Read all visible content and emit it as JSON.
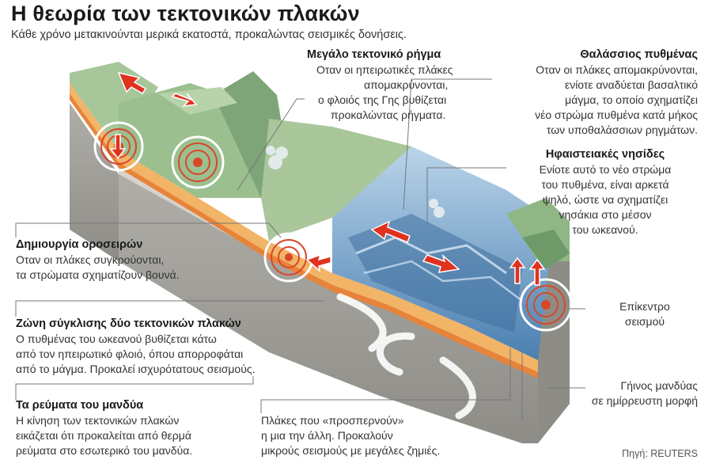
{
  "title": "Η θεωρία των τεκτονικών πλακών",
  "subtitle": "Κάθε χρόνο μετακινούνται μερικά εκατοστά, προκαλώντας σεισμικές δονήσεις.",
  "labels": {
    "rift": {
      "heading": "Μεγάλο τεκτονικό ρήγμα",
      "lines": [
        "Οταν οι ηπειρωτικές πλάκες",
        "απομακρύνονται,",
        "ο φλοιός της Γης βυθίζεται",
        "προκαλώντας ρήγματα."
      ]
    },
    "seafloor": {
      "heading": "Θαλάσσιος πυθμένας",
      "lines": [
        "Οταν οι πλάκες απομακρύνονται,",
        "ενίοτε αναδύεται βασαλτικό",
        "μάγμα, το οποίο σχηματίζει",
        "νέο στρώμα πυθμένα κατά μήκος",
        "των υποθαλάσσιων ρηγμάτων."
      ]
    },
    "islands": {
      "heading": "Ηφαιστειακές νησίδες",
      "lines": [
        "Ενίοτε αυτό το νέο στρώμα",
        "του πυθμένα, είναι αρκετά",
        "ψηλό, ώστε να σχηματίζει",
        "νησάκια στο μέσον",
        "του ωκεανού."
      ]
    },
    "mountains": {
      "heading": "Δημιουργία οροσειρών",
      "lines": [
        "Οταν οι πλάκες συγκρούονται,",
        "τα στρώματα σχηματίζουν βουνά."
      ]
    },
    "subduction": {
      "heading": "Ζώνη σύγκλισης δύο τεκτονικών πλακών",
      "lines": [
        "Ο πυθμένας του ωκεανού βυθίζεται κάτω",
        "από τον ηπειρωτικό φλοιό, όπου απορροφάται",
        "από το μάγμα. Προκαλεί ισχυρότατους σεισμούς."
      ]
    },
    "currents": {
      "heading": "Τα ρεύματα του μανδύα",
      "lines": [
        "Η κίνηση των τεκτονικών πλακών",
        "εικάζεται ότι προκαλείται από θερμά",
        "ρεύματα στο εσωτερικό του μανδύα."
      ]
    },
    "transform": {
      "lines": [
        "Πλάκες που «προσπερνούν»",
        "η μια την άλλη. Προκαλούν",
        "μικρούς σεισμούς με μεγάλες ζημιές."
      ]
    },
    "epicenter": {
      "lines": [
        "Επίκεντρο",
        "σεισμού"
      ]
    },
    "mantle": {
      "lines": [
        "Γήινος μανδύας",
        "σε ημίρρευστη μορφή"
      ]
    }
  },
  "source": "Πηγή: REUTERS",
  "colors": {
    "land": "#9bbf8f",
    "land_dark": "#6e9a6a",
    "crust_orange": "#f2b466",
    "magma": "#e8833a",
    "mantle": "#a3a19b",
    "mantle_dark": "#7f7d78",
    "ocean": "#4f86b6",
    "ocean_light": "#a9c8e2",
    "arrow": "#e0321f",
    "quake": "#d9472b"
  }
}
